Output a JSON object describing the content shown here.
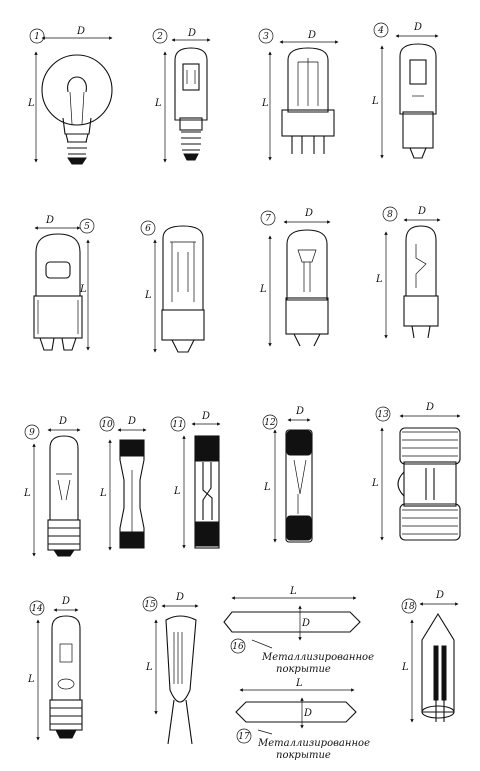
{
  "diagram": {
    "dimension_labels": {
      "diameter": "D",
      "length": "L"
    },
    "lamps": [
      {
        "number": "1"
      },
      {
        "number": "2"
      },
      {
        "number": "3"
      },
      {
        "number": "4"
      },
      {
        "number": "5"
      },
      {
        "number": "6"
      },
      {
        "number": "7"
      },
      {
        "number": "8"
      },
      {
        "number": "9"
      },
      {
        "number": "10"
      },
      {
        "number": "11"
      },
      {
        "number": "12"
      },
      {
        "number": "13"
      },
      {
        "number": "14"
      },
      {
        "number": "15"
      },
      {
        "number": "16"
      },
      {
        "number": "17"
      },
      {
        "number": "18"
      }
    ],
    "annotations": {
      "note_16_line1": "Металлизированное",
      "note_16_line2": "покрытие",
      "note_17_line1": "Металлизированное",
      "note_17_line2": "покрытие"
    }
  }
}
